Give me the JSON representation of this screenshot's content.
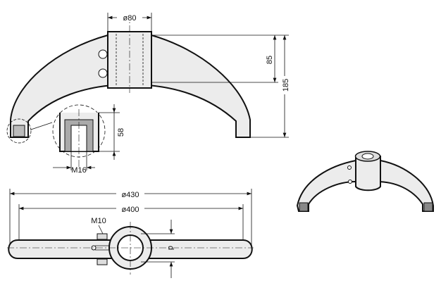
{
  "drawing": {
    "front_view": {
      "hub_diameter": "ø80",
      "hub_height": "85",
      "total_height": "185"
    },
    "detail_view": {
      "insert_height": "58",
      "thread": "M16"
    },
    "top_view": {
      "outer_diameter": "ø430",
      "inner_diameter": "ø400",
      "screw": "M10",
      "bore": "d"
    }
  }
}
